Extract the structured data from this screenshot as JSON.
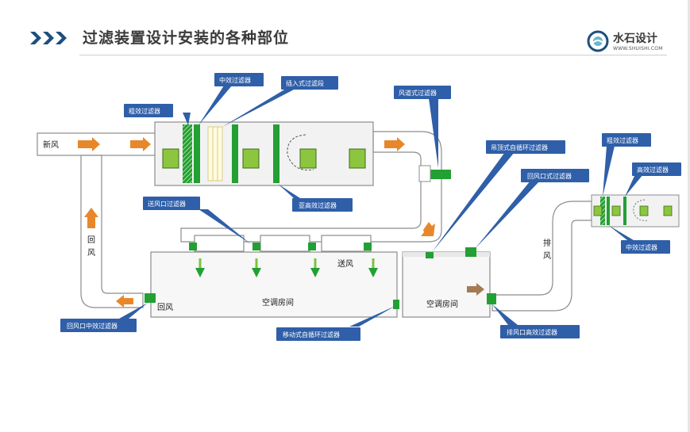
{
  "page": {
    "title": "过滤装置设计安装的各种部位"
  },
  "logo": {
    "name": "水石设计",
    "url": "WWW.SHUISHI.COM"
  },
  "colors": {
    "duct_fill": "#ffffff",
    "duct_stroke": "#8c8c8c",
    "filter_green": "#22a033",
    "callout_blue": "#2f5fa8",
    "arrow_orange": "#e8872a",
    "title_accent": "#1d4f7c"
  },
  "labels": {
    "fresh_air": "新风",
    "return_air_vertical": "回风",
    "return_air": "回风",
    "supply_air": "送风",
    "exhaust_air": "排风",
    "room_1": "空调房间",
    "room_2": "空调房间"
  },
  "callouts": {
    "coarse_filter_ahu": "粗效过滤器",
    "medium_filter_ahu": "中效过滤器",
    "insert_filter_section": "插入式过滤段",
    "duct_filter": "风道式过滤器",
    "sub_hepa_filter": "亚高效过滤器",
    "supply_outlet_filter": "送风口过滤器",
    "ceiling_recirc_filter": "吊顶式自循环过滤器",
    "return_outlet_filter": "回风口式过滤器",
    "coarse_filter_exhaust": "粗效过滤器",
    "hepa_filter_exhaust": "高效过滤器",
    "medium_filter_exhaust": "中效过滤器",
    "return_outlet_medium_filter": "回风口中效过滤器",
    "mobile_recirc_filter": "移动式自循环过滤器",
    "exhaust_outlet_hepa_filter": "排风口高效过滤器"
  }
}
